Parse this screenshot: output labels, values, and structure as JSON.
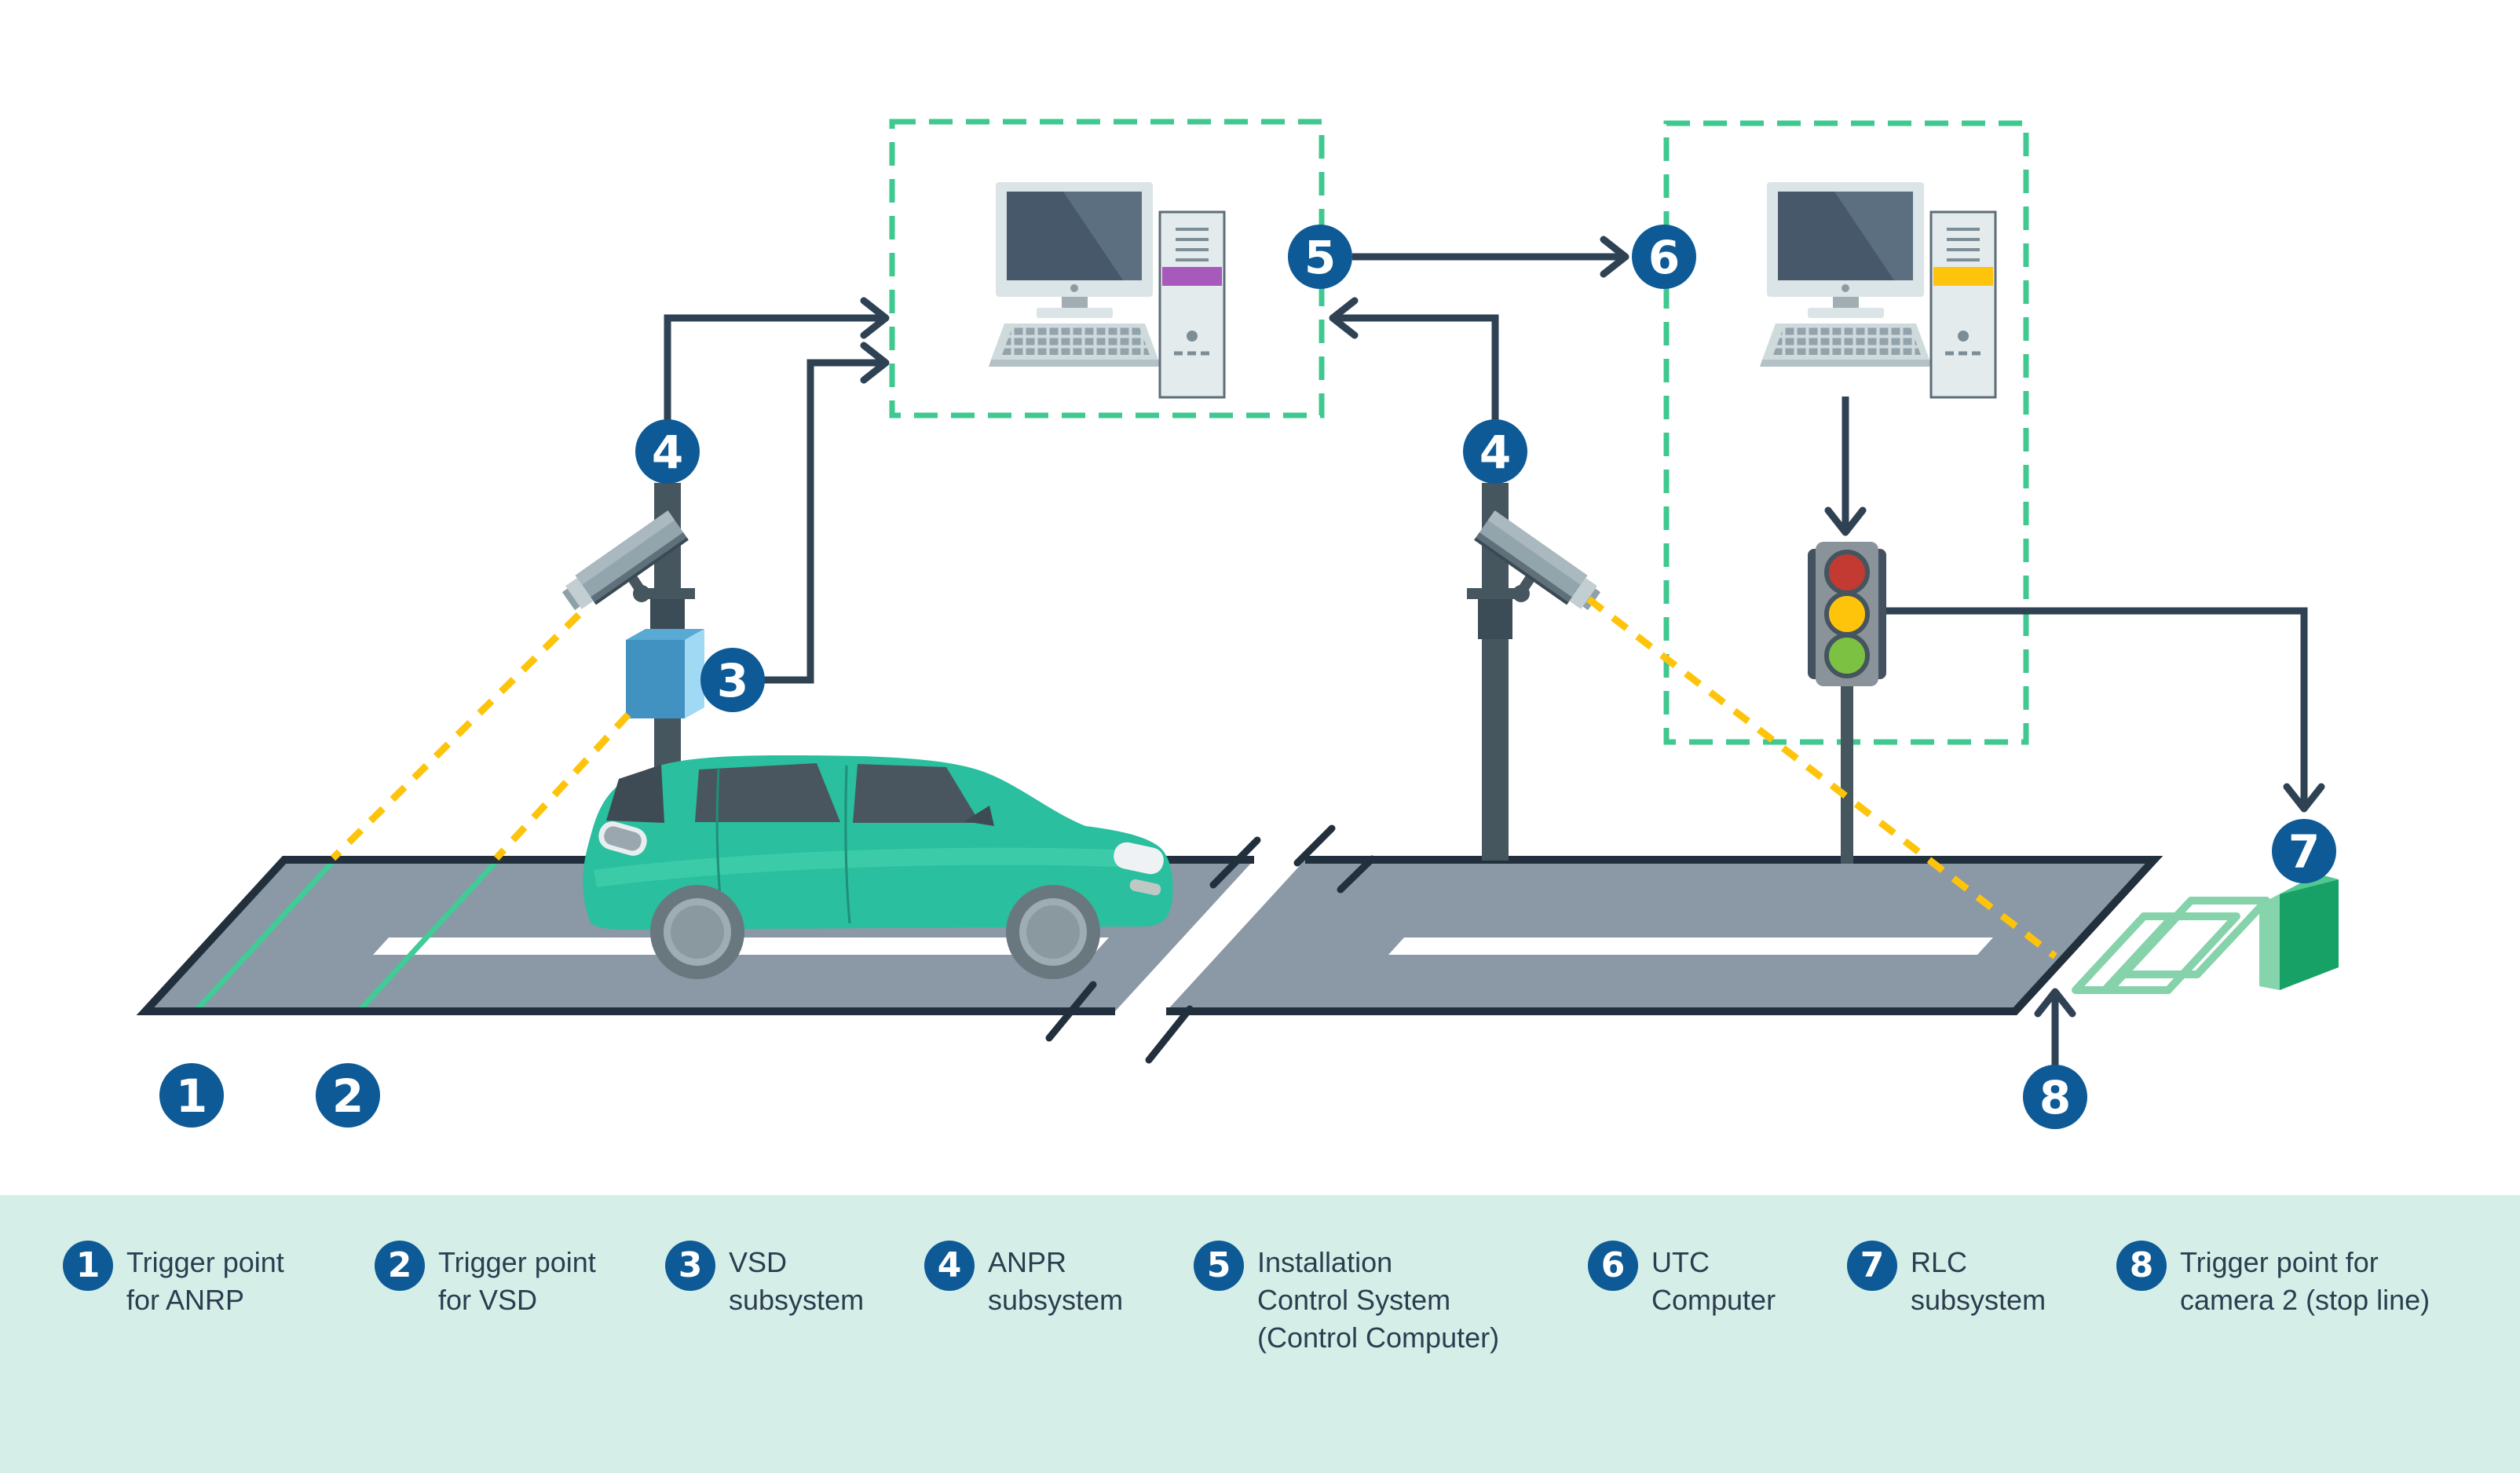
{
  "legend": {
    "items": [
      {
        "num": "1",
        "lines": [
          "Trigger point",
          "for ANRP"
        ]
      },
      {
        "num": "2",
        "lines": [
          "Trigger point",
          "for VSD"
        ]
      },
      {
        "num": "3",
        "lines": [
          "VSD",
          "subsystem"
        ]
      },
      {
        "num": "4",
        "lines": [
          "ANPR",
          "subsystem"
        ]
      },
      {
        "num": "5",
        "lines": [
          "Installation",
          "Control System",
          "(Control Computer)"
        ]
      },
      {
        "num": "6",
        "lines": [
          "UTC",
          "Computer"
        ]
      },
      {
        "num": "7",
        "lines": [
          "RLC",
          "subsystem"
        ]
      },
      {
        "num": "8",
        "lines": [
          "Trigger point for",
          "camera 2 (stop line)"
        ]
      }
    ]
  },
  "badges": {
    "trigger_anrp": "1",
    "trigger_vsd": "2",
    "vsd": "3",
    "anpr_left": "4",
    "anpr_right": "4",
    "ics": "5",
    "utc": "6",
    "rlc": "7",
    "trigger_stopline": "8"
  },
  "colors": {
    "badge-blue": "#0d5a96",
    "slate": "#2f4254",
    "slate-dark": "#22303e",
    "road-gray": "#8b98a6",
    "mint": "#d5efe8",
    "dash-green": "#3fc88f",
    "trigger-green": "#41cb96",
    "stop-green": "#86d3ab",
    "yellow": "#fec40b",
    "car-teal": "#2abf9e",
    "rlc-green": "#17a166",
    "vsd-blue": "#4191c1",
    "stripe-purple": "#a75abc",
    "text-slate": "#2b3d4f"
  }
}
